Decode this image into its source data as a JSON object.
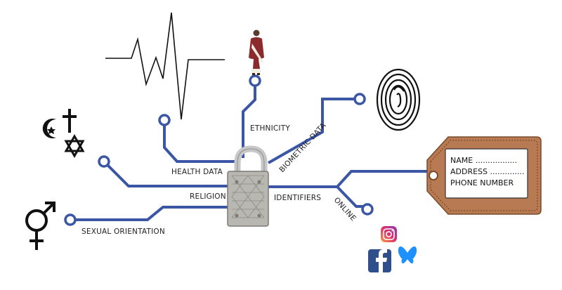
{
  "colors": {
    "wire": "#3a56a5",
    "tag": "#b87a52",
    "tag_border": "#7a4a2a",
    "lock_body": "#b9b7b2",
    "shackle": "#c7c7c7",
    "facebook": "#2f4f8c",
    "bluesky": "#1e90ff"
  },
  "labels": {
    "health": "HEALTH DATA",
    "ethnicity": "ETHNICITY",
    "biometric": "BIOMETRIC DATA",
    "religion": "RELIGION",
    "identifiers": "IDENTIFIERS",
    "online": "ONLINE",
    "sexual": "SEXUAL ORIENTATION"
  },
  "tag": {
    "name": "NAME .................",
    "address": "ADDRESS ..............",
    "phone": "PHONE NUMBER"
  },
  "icons": {
    "heartbeat": "heartbeat-icon",
    "person": "person-icon",
    "fingerprint": "fingerprint-icon",
    "religion": "religion-symbols-icon",
    "gender": "gender-symbol-icon",
    "padlock": "padlock-icon",
    "instagram": "instagram-icon",
    "facebook": "facebook-icon",
    "bluesky": "bluesky-icon"
  }
}
